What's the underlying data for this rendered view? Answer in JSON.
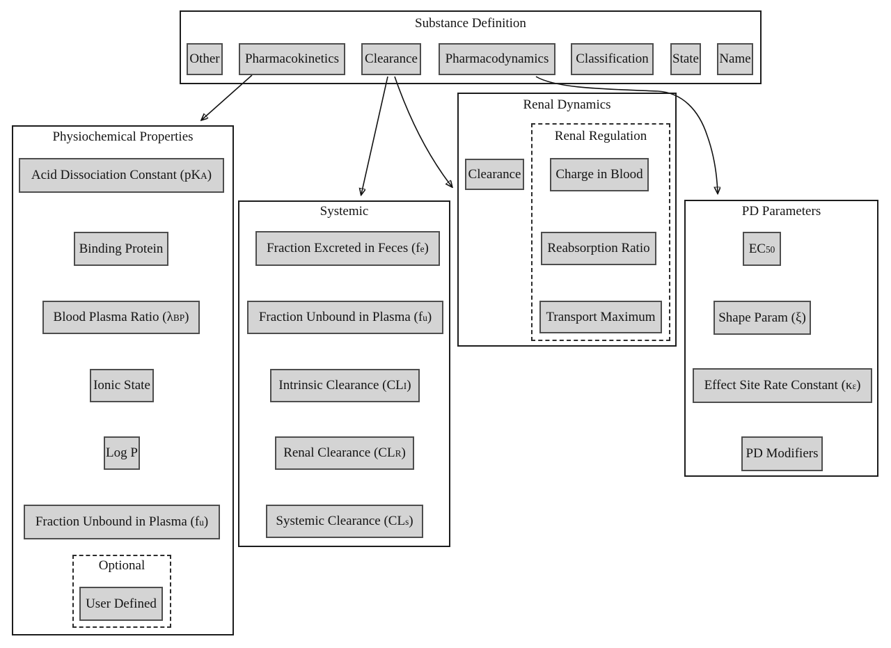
{
  "colors": {
    "background": "#ffffff",
    "node_fill": "#d4d4d4",
    "node_border": "#4d4d4d",
    "container_border": "#1c1c1c",
    "text": "#141414",
    "arrow": "#111111"
  },
  "substance": {
    "title": "Substance Definition",
    "children": {
      "other": "Other",
      "pharmacokinetics": "Pharmacokinetics",
      "clearance": "Clearance",
      "pharmacodynamics": "Pharmacodynamics",
      "classification": "Classification",
      "state": "State",
      "name": "Name"
    }
  },
  "physiochemical": {
    "title": "Physiochemical Properties",
    "items": [
      {
        "pre": "Acid Dissociation Constant (pK",
        "sub": "A",
        "post": ")"
      },
      {
        "pre": "Binding Protein"
      },
      {
        "pre": "Blood Plasma Ratio (λ",
        "sub": "BP",
        "post": ")"
      },
      {
        "pre": "Ionic State"
      },
      {
        "pre": "Log P"
      },
      {
        "pre": "Fraction Unbound in Plasma (f",
        "sub": "u",
        "post": ")"
      }
    ],
    "optional": {
      "title": "Optional",
      "item": {
        "pre": "User Defined"
      }
    }
  },
  "systemic": {
    "title": "Systemic",
    "items": [
      {
        "pre": "Fraction Excreted in Feces (f",
        "sub": "e",
        "post": ")"
      },
      {
        "pre": "Fraction Unbound in Plasma (f",
        "sub": "u",
        "post": ")"
      },
      {
        "pre": "Intrinsic Clearance (CL",
        "sub": "I",
        "post": ")"
      },
      {
        "pre": "Renal Clearance (CL",
        "sub": "R",
        "post": ")"
      },
      {
        "pre": "Systemic Clearance (CL",
        "sub": "s",
        "post": ")"
      }
    ]
  },
  "renal": {
    "title": "Renal Dynamics",
    "clearance": {
      "pre": "Clearance"
    },
    "regulation": {
      "title": "Renal Regulation",
      "items": [
        {
          "pre": "Charge in Blood"
        },
        {
          "pre": "Reabsorption Ratio"
        },
        {
          "pre": "Transport Maximum"
        }
      ]
    }
  },
  "pd": {
    "title": "PD Parameters",
    "items": [
      {
        "pre": "EC ",
        "sub": "50",
        "post": ""
      },
      {
        "pre": "Shape Param (ξ)"
      },
      {
        "pre": "Effect Site Rate Constant (κ",
        "sub": "ε",
        "post": ")"
      },
      {
        "pre": "PD Modifiers"
      }
    ]
  },
  "edges": [
    {
      "from": "Pharmacokinetics",
      "to": "Physiochemical Properties"
    },
    {
      "from": "Clearance",
      "to": "Systemic"
    },
    {
      "from": "Clearance",
      "to": "Renal Dynamics"
    },
    {
      "from": "Pharmacodynamics",
      "to": "PD Parameters"
    }
  ]
}
